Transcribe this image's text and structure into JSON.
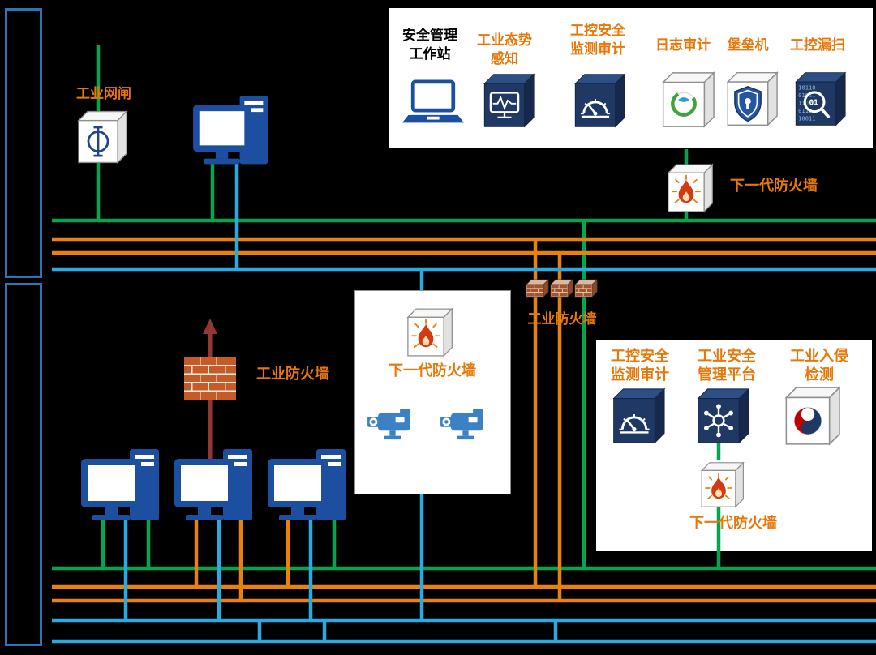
{
  "colors": {
    "background": "#000000",
    "label_orange": "#E97708",
    "green_line": "#00A650",
    "orange_line": "#E8820C",
    "blue_line": "#29ABE2",
    "dark_red_line": "#943634",
    "device_blue": "#1D4FA1",
    "cube_navy": "#1F3864",
    "lane_border_blue": "#2E75B6"
  },
  "top_legend": {
    "items": [
      {
        "line1": "安全管理",
        "line2": "工作站",
        "icon": "laptop-icon"
      },
      {
        "line1": "工业态势",
        "line2": "感知",
        "icon": "situation-awareness-cube-icon"
      },
      {
        "line1": "工控安全",
        "line2": "监测审计",
        "icon": "monitor-audit-cube-icon"
      },
      {
        "line1": "日志审计",
        "line2": "",
        "icon": "log-audit-cube-icon"
      },
      {
        "line1": "堡垒机",
        "line2": "",
        "icon": "bastion-host-cube-icon"
      },
      {
        "line1": "工控漏扫",
        "line2": "",
        "icon": "vuln-scan-cube-icon"
      }
    ]
  },
  "device_labels": {
    "industrial_gatekeeper": "工业网闸",
    "ngfw_top_right": "下一代防火墙",
    "industrial_firewall_left": "工业防火墙",
    "ngfw_center": "下一代防火墙",
    "industrial_firewall_center": "工业防火墙",
    "ngfw_bottom_right": "下一代防火墙"
  },
  "right_panel": {
    "items": [
      {
        "line1": "工控安全",
        "line2": "监测审计",
        "icon": "monitor-audit-cube-icon"
      },
      {
        "line1": "工业安全",
        "line2": "管理平台",
        "icon": "management-platform-cube-icon"
      },
      {
        "line1": "工业入侵",
        "line2": "检测",
        "icon": "intrusion-detection-cube-icon"
      }
    ]
  }
}
